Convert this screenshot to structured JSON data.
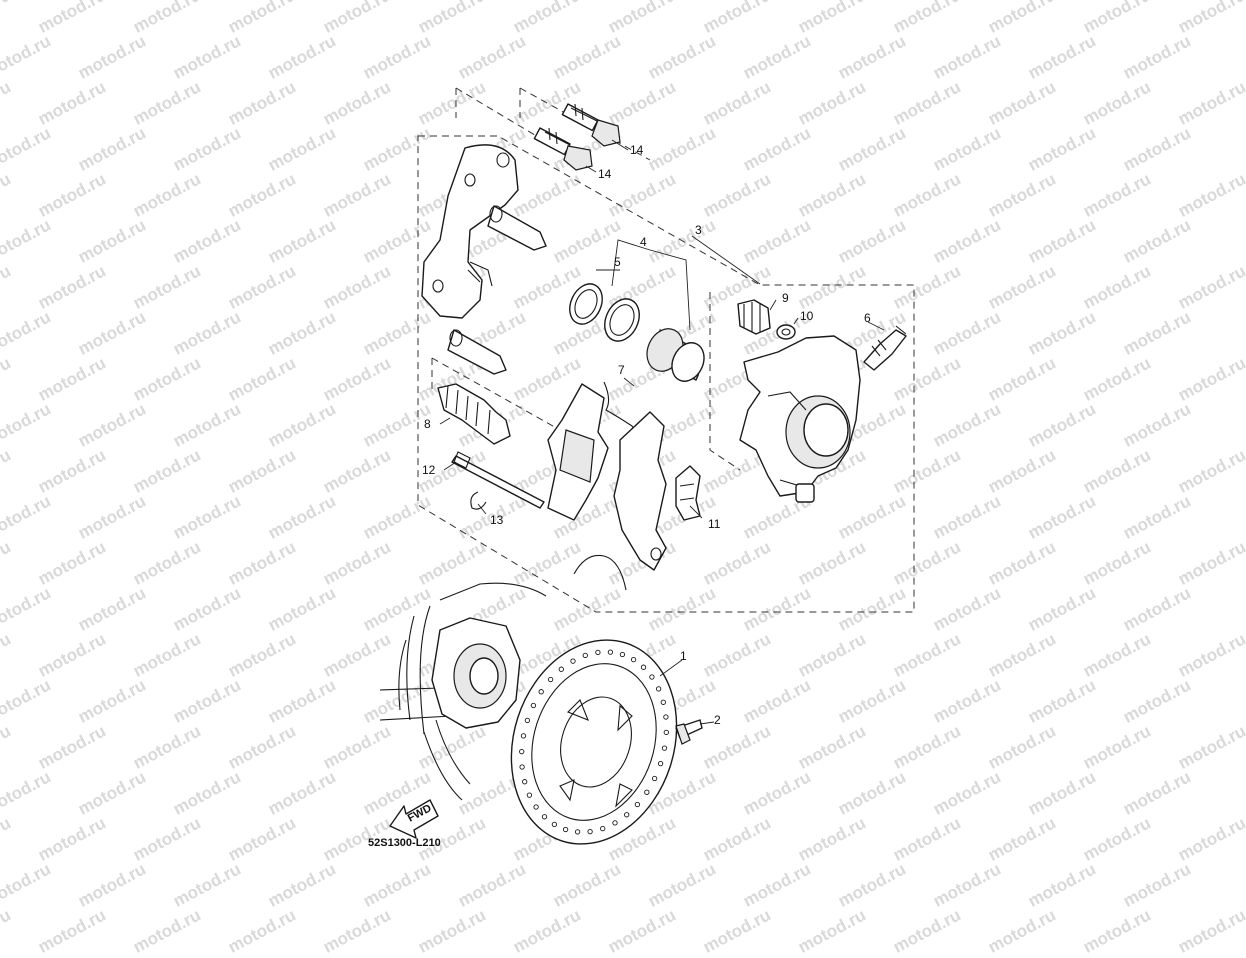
{
  "watermark": "motod.ru",
  "diagram_code": "52S1300-L210",
  "fwd_label": "FWD",
  "callouts": {
    "c1": "1",
    "c2": "2",
    "c3": "3",
    "c4": "4",
    "c5": "5",
    "c6": "6",
    "c7": "7",
    "c8": "8",
    "c9": "9",
    "c10": "10",
    "c11": "11",
    "c12": "12",
    "c13": "13",
    "c14a": "14",
    "c14b": "14"
  }
}
